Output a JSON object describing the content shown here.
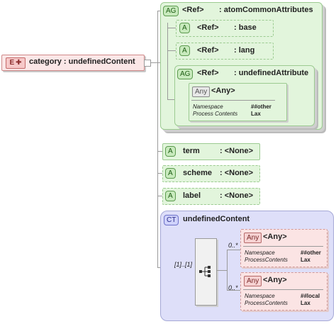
{
  "element": {
    "badge": "E",
    "label": "category : undefinedContent"
  },
  "attribute_group": {
    "badge": "AG",
    "ref": "<Ref>",
    "name": ": atomCommonAttributes",
    "attrs": [
      {
        "badge": "A",
        "ref": "<Ref>",
        "name": ": base"
      },
      {
        "badge": "A",
        "ref": "<Ref>",
        "name": ": lang"
      }
    ],
    "inner_group": {
      "badge": "AG",
      "ref": "<Ref>",
      "name": ": undefinedAttribute",
      "any": {
        "badge": "Any",
        "label": "<Any>",
        "rows": [
          {
            "key": "Namespace",
            "value": "##other"
          },
          {
            "key": "Process Contents",
            "value": "Lax"
          }
        ]
      }
    }
  },
  "attributes": [
    {
      "badge": "A",
      "name": "term",
      "type": ": <None>"
    },
    {
      "badge": "A",
      "name": "scheme",
      "type": ": <None>"
    },
    {
      "badge": "A",
      "name": "label",
      "type": ": <None>"
    }
  ],
  "complex_type": {
    "badge": "CT",
    "name": "undefinedContent",
    "sequence_occurrence": "[1]..[1]",
    "any_items": [
      {
        "badge": "Any",
        "label": "<Any>",
        "occurrence": "0..*",
        "rows": [
          {
            "key": "Namespace",
            "value": "##other"
          },
          {
            "key": "ProcessContents",
            "value": "Lax"
          }
        ]
      },
      {
        "badge": "Any",
        "label": "<Any>",
        "occurrence": "0..*",
        "rows": [
          {
            "key": "Namespace",
            "value": "##local"
          },
          {
            "key": "ProcessContents",
            "value": "Lax"
          }
        ]
      }
    ]
  }
}
